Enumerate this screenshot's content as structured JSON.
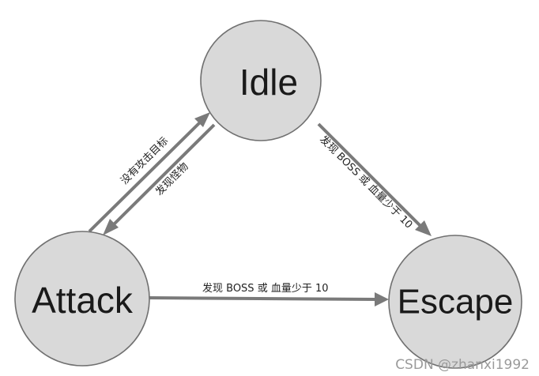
{
  "nodes": {
    "idle": "Idle",
    "attack": "Attack",
    "escape": "Escape"
  },
  "edges": {
    "attack_to_idle": "没有攻击目标",
    "idle_to_attack": "发现怪物",
    "idle_to_escape": "发现 BOSS 或 血量少于 10",
    "attack_to_escape": "发现 BOSS 或 血量少于 10"
  },
  "watermark": "CSDN @zhanxi1992"
}
